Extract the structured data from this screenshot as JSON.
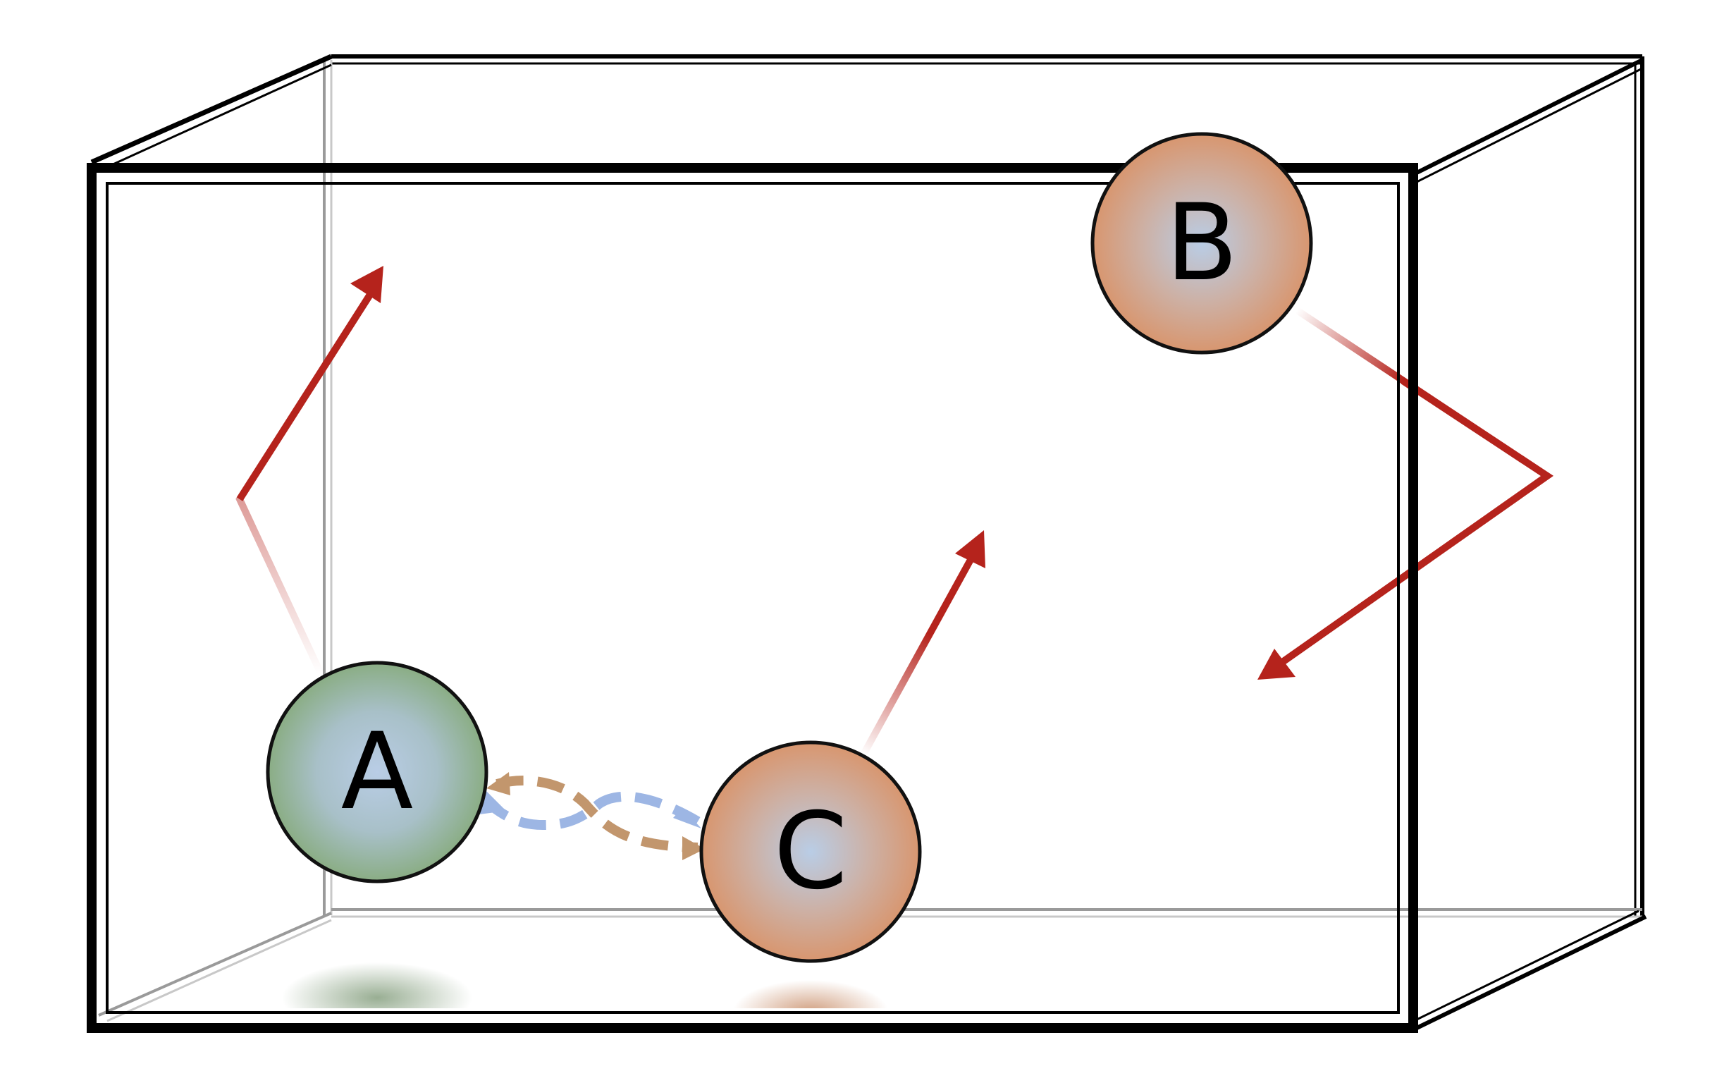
{
  "particles": [
    {
      "id": "a",
      "label": "A",
      "color": "#8fb089",
      "highlight": "#b9cde6"
    },
    {
      "id": "b",
      "label": "B",
      "color": "#d99a75",
      "highlight": "#b9cde6"
    },
    {
      "id": "c",
      "label": "C",
      "color": "#d99a75",
      "highlight": "#b9cde6"
    }
  ],
  "colors": {
    "box_edge": "#000000",
    "box_back_edge": "#9a9a9a",
    "velocity_arrow": "#b5231c",
    "interaction_brown": "#c2966d",
    "interaction_blue": "#9db6e4"
  }
}
